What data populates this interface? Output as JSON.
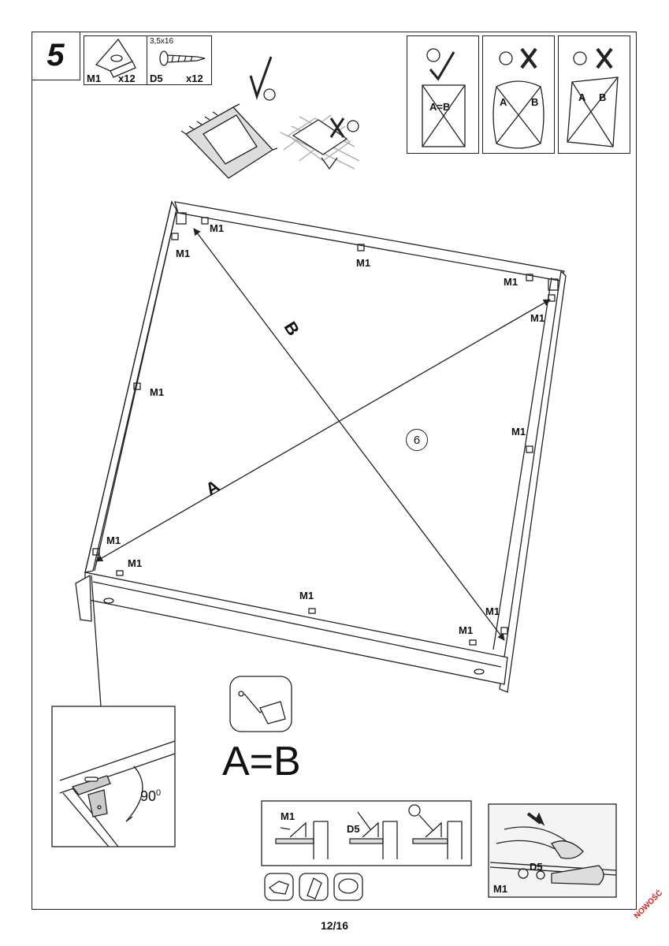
{
  "step": {
    "number": "5"
  },
  "parts": {
    "bracket": {
      "code": "M1",
      "qty": "x12",
      "icon": "corner-bracket-icon"
    },
    "screw": {
      "size": "3,5x16",
      "code": "D5",
      "qty": "x12",
      "icon": "screw-icon"
    }
  },
  "squareness_check": {
    "correct_label": "A=B",
    "wrong1": {
      "a": "A",
      "b": "B"
    },
    "wrong2": {
      "a": "A",
      "b": "B"
    }
  },
  "diagram": {
    "diagonal_a": "A",
    "diagonal_b": "B",
    "part_number": "6",
    "bracket_labels": [
      "M1",
      "M1",
      "M1",
      "M1",
      "M1",
      "M1",
      "M1",
      "M1",
      "M1",
      "M1",
      "M1",
      "M1"
    ]
  },
  "equation": "A=B",
  "detail": {
    "angle": "90",
    "angle_unit": "0"
  },
  "procedure": {
    "step1": "M1",
    "step2": "D5"
  },
  "photo": {
    "screw": "D5",
    "bracket": "M1"
  },
  "footer": {
    "page": "12/16",
    "brand": "NOWOŚĆ"
  },
  "colors": {
    "line": "#222222",
    "brand": "#d0201a"
  }
}
